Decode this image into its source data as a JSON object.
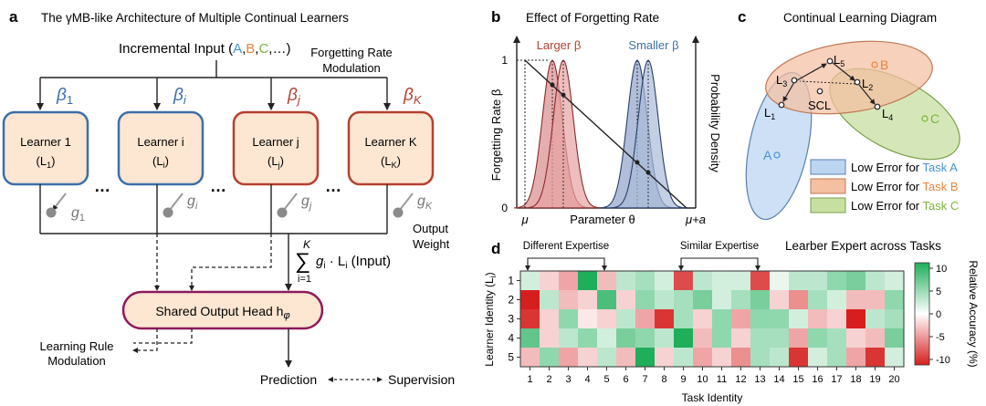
{
  "colors": {
    "blue": "#3d6fa8",
    "red": "#b5412f",
    "learner_fill": "#fde6d2",
    "head_border": "#8e1a5b",
    "task_a": "#4a90d9",
    "task_b": "#e8833a",
    "task_c": "#7bb33a"
  },
  "panel_a": {
    "letter": "a",
    "title": "The γMB-like Architecture of Multiple Continual Learners",
    "input_prefix": "Incremental Input (",
    "input_a": "A",
    "input_sep1": ",",
    "input_b": "B",
    "input_sep2": ",",
    "input_c": "C",
    "input_suffix": ",…)",
    "forgetting_line1": "Forgetting Rate",
    "forgetting_line2": "Modulation",
    "betas": [
      "β",
      "β",
      "β",
      "β"
    ],
    "beta_subs": [
      "1",
      "i",
      "j",
      "K"
    ],
    "learners": [
      {
        "name": "Learner 1",
        "id": "(L",
        "sub": "1",
        "close": ")",
        "g": "g",
        "gsub": "1",
        "kind": "blue"
      },
      {
        "name": "Learner i",
        "id": "(L",
        "sub": "i",
        "close": ")",
        "g": "g",
        "gsub": "i",
        "kind": "blue"
      },
      {
        "name": "Learner j",
        "id": "(L",
        "sub": "j",
        "close": ")",
        "g": "g",
        "gsub": "j",
        "kind": "red"
      },
      {
        "name": "Learner K",
        "id": "(L",
        "sub": "K",
        "close": ")",
        "g": "g",
        "gsub": "K",
        "kind": "red"
      }
    ],
    "dots": "…",
    "output_weight_line1": "Output",
    "output_weight_line2": "Weight",
    "sum_top": "K",
    "sum_symbol": "∑",
    "sum_bottom": "i=1",
    "sum_expr": "g",
    "sum_expr_sub": "i",
    "sum_expr_tail": " · L",
    "sum_expr_tail_sub": "i",
    "sum_expr_end": " (Input)",
    "head_label": "Shared Output Head h",
    "head_sub": "φ",
    "rule_line1": "Learning Rule",
    "rule_line2": "Modulation",
    "prediction": "Prediction",
    "supervision": "Supervision"
  },
  "panel_b": {
    "letter": "b",
    "title": "Effect of Forgetting Rate",
    "larger": "Larger β",
    "smaller": "Smaller β",
    "ylabel": "Forgetting Rate β",
    "y2label": "Probability Density",
    "xlabel": "Parameter θ",
    "x_min": "μ",
    "x_max": "μ+a",
    "y_top": "1",
    "y_zero": "0"
  },
  "panel_c": {
    "letter": "c",
    "title": "Continual Learning Diagram",
    "nodes": [
      "L",
      "L",
      "L",
      "L",
      "L"
    ],
    "node_subs": [
      "3",
      "5",
      "2",
      "1",
      "4"
    ],
    "scl": "SCL",
    "task_a": "A",
    "task_b": "B",
    "task_c": "C",
    "legend": [
      {
        "prefix": "Low Error for ",
        "task": "Task A"
      },
      {
        "prefix": "Low Error for ",
        "task": "Task B"
      },
      {
        "prefix": "Low Error for ",
        "task": "Task C"
      }
    ]
  },
  "panel_d": {
    "letter": "d",
    "title": "Learber Expert across Tasks",
    "bracket_left": "Different Expertise",
    "bracket_right": "Similar Expertise",
    "ylabel": "Learner Identity (L",
    "ylabel_sub": "i",
    "ylabel_end": ")",
    "xlabel": "Task Identity",
    "colorbar_label": "Relative Accuracy (%)",
    "colorbar_ticks": [
      "10",
      "5",
      "0",
      "-5",
      "-10"
    ],
    "row_labels": [
      "1",
      "2",
      "3",
      "4",
      "5"
    ],
    "col_labels": [
      "1",
      "2",
      "3",
      "4",
      "5",
      "6",
      "7",
      "8",
      "9",
      "10",
      "11",
      "12",
      "13",
      "14",
      "15",
      "16",
      "17",
      "18",
      "19",
      "20"
    ]
  },
  "chart_data": {
    "type": "heatmap",
    "title": "Learber Expert across Tasks",
    "xlabel": "Task Identity",
    "ylabel": "Learner Identity (Li)",
    "colorbar_label": "Relative Accuracy (%)",
    "colorbar_range": [
      -10,
      10
    ],
    "x": [
      1,
      2,
      3,
      4,
      5,
      6,
      7,
      8,
      9,
      10,
      11,
      12,
      13,
      14,
      15,
      16,
      17,
      18,
      19,
      20
    ],
    "y": [
      1,
      2,
      3,
      4,
      5
    ],
    "values": [
      [
        2,
        -2,
        -4,
        11,
        -3,
        3,
        4,
        2,
        -8,
        3,
        2,
        2,
        -8,
        1,
        3,
        3,
        5,
        6,
        3,
        2
      ],
      [
        -10,
        3,
        -3,
        -2,
        8,
        -2,
        5,
        3,
        4,
        6,
        2,
        4,
        6,
        -2,
        -5,
        4,
        2,
        -3,
        -3,
        5
      ],
      [
        -9,
        -2,
        5,
        -1,
        -2,
        3,
        -4,
        -9,
        4,
        -2,
        5,
        -4,
        5,
        5,
        2,
        -3,
        -2,
        -12,
        3,
        4
      ],
      [
        7,
        -2,
        3,
        5,
        2,
        6,
        5,
        3,
        11,
        -3,
        5,
        -2,
        4,
        4,
        -4,
        5,
        4,
        -2,
        -3,
        6
      ],
      [
        -3,
        5,
        -4,
        -2,
        3,
        -3,
        10,
        -2,
        3,
        -4,
        -2,
        -5,
        4,
        3,
        -9,
        2,
        4,
        -4,
        -9,
        2
      ]
    ]
  }
}
